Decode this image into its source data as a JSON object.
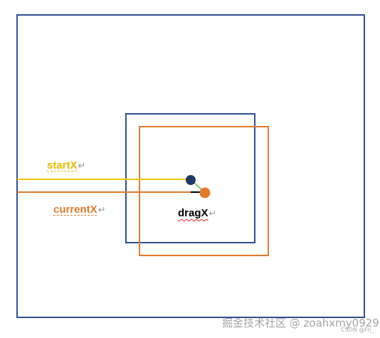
{
  "labels": {
    "start_x": "startX",
    "current_x": "currentX",
    "drag_x": "dragX",
    "return_mark": "↵"
  },
  "watermark": {
    "main": "掘金技术社区 @ zoahxmy0929",
    "small": "CSDN @Fri_"
  },
  "colors": {
    "outer_box": "#2f4f8f",
    "start_box": "#2f4f8f",
    "current_box": "#e07b2e",
    "start_line": "#f2c500",
    "current_line": "#e07b2e",
    "start_dot": "#1f3a63",
    "current_dot": "#e07b2e",
    "drag_connector": "#6ab04c",
    "start_label": "#e8b800",
    "current_label": "#e07b2e",
    "drag_label": "#000000"
  }
}
